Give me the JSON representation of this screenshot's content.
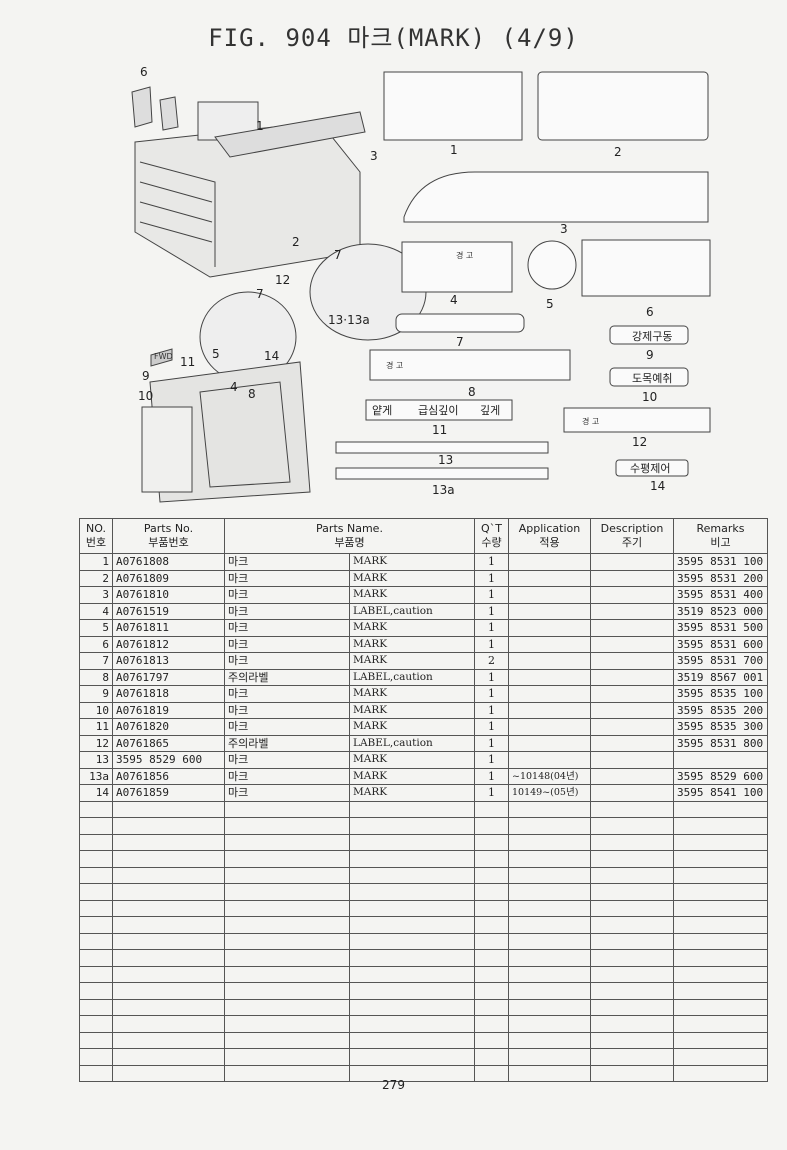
{
  "title": "FIG. 904 마크(MARK) (4/9)",
  "page_number": "279",
  "illustration": {
    "callouts_left": [
      "1",
      "2",
      "3",
      "4",
      "5",
      "6",
      "7",
      "8",
      "9",
      "10",
      "11",
      "12",
      "13·13a",
      "14"
    ],
    "fwd_label": "FWD",
    "label_numbers": [
      "1",
      "2",
      "3",
      "4",
      "5",
      "6",
      "7",
      "8",
      "9",
      "10",
      "11",
      "12",
      "13",
      "13a",
      "14"
    ],
    "label_warning": "경 고",
    "label_9_text": "강제구동",
    "label_10_text": "도목예취",
    "label_11_words": [
      "얕게",
      "급심깊이",
      "깊게"
    ],
    "label_14_text": "수평제어"
  },
  "table": {
    "headers": [
      {
        "en": "NO.",
        "kr": "번호"
      },
      {
        "en": "Parts No.",
        "kr": "부품번호"
      },
      {
        "en": "Parts Name.",
        "kr": "부품명"
      },
      {
        "en": "Q`T",
        "kr": "수량"
      },
      {
        "en": "Application",
        "kr": "적용"
      },
      {
        "en": "Description",
        "kr": "주기"
      },
      {
        "en": "Remarks",
        "kr": "비고"
      }
    ],
    "rows": [
      {
        "no": "1",
        "part": "A0761808",
        "kr": "마크",
        "en": "MARK",
        "qty": "1",
        "app": "",
        "desc": "",
        "rem": "3595 8531 100"
      },
      {
        "no": "2",
        "part": "A0761809",
        "kr": "마크",
        "en": "MARK",
        "qty": "1",
        "app": "",
        "desc": "",
        "rem": "3595 8531 200"
      },
      {
        "no": "3",
        "part": "A0761810",
        "kr": "마크",
        "en": "MARK",
        "qty": "1",
        "app": "",
        "desc": "",
        "rem": "3595 8531 400"
      },
      {
        "no": "4",
        "part": "A0761519",
        "kr": "마크",
        "en": "LABEL,caution",
        "qty": "1",
        "app": "",
        "desc": "",
        "rem": "3519 8523 000"
      },
      {
        "no": "5",
        "part": "A0761811",
        "kr": "마크",
        "en": "MARK",
        "qty": "1",
        "app": "",
        "desc": "",
        "rem": "3595 8531 500"
      },
      {
        "no": "6",
        "part": "A0761812",
        "kr": "마크",
        "en": "MARK",
        "qty": "1",
        "app": "",
        "desc": "",
        "rem": "3595 8531 600"
      },
      {
        "no": "7",
        "part": "A0761813",
        "kr": "마크",
        "en": "MARK",
        "qty": "2",
        "app": "",
        "desc": "",
        "rem": "3595 8531 700"
      },
      {
        "no": "8",
        "part": "A0761797",
        "kr": "주의라벨",
        "en": "LABEL,caution",
        "qty": "1",
        "app": "",
        "desc": "",
        "rem": "3519 8567 001"
      },
      {
        "no": "9",
        "part": "A0761818",
        "kr": "마크",
        "en": "MARK",
        "qty": "1",
        "app": "",
        "desc": "",
        "rem": "3595 8535 100"
      },
      {
        "no": "10",
        "part": "A0761819",
        "kr": "마크",
        "en": "MARK",
        "qty": "1",
        "app": "",
        "desc": "",
        "rem": "3595 8535 200"
      },
      {
        "no": "11",
        "part": "A0761820",
        "kr": "마크",
        "en": "MARK",
        "qty": "1",
        "app": "",
        "desc": "",
        "rem": "3595 8535 300"
      },
      {
        "no": "12",
        "part": "A0761865",
        "kr": "주의라벨",
        "en": "LABEL,caution",
        "qty": "1",
        "app": "",
        "desc": "",
        "rem": "3595 8531 800"
      },
      {
        "no": "13",
        "part": "3595 8529 600",
        "kr": "마크",
        "en": "MARK",
        "qty": "1",
        "app": "",
        "desc": "",
        "rem": ""
      },
      {
        "no": "13a",
        "part": "A0761856",
        "kr": "마크",
        "en": "MARK",
        "qty": "1",
        "app": "~10148(04년)",
        "desc": "",
        "rem": "3595 8529 600"
      },
      {
        "no": "14",
        "part": "A0761859",
        "kr": "마크",
        "en": "MARK",
        "qty": "1",
        "app": "10149~(05년)",
        "desc": "",
        "rem": "3595 8541 100"
      }
    ],
    "empty_rows": 17
  }
}
